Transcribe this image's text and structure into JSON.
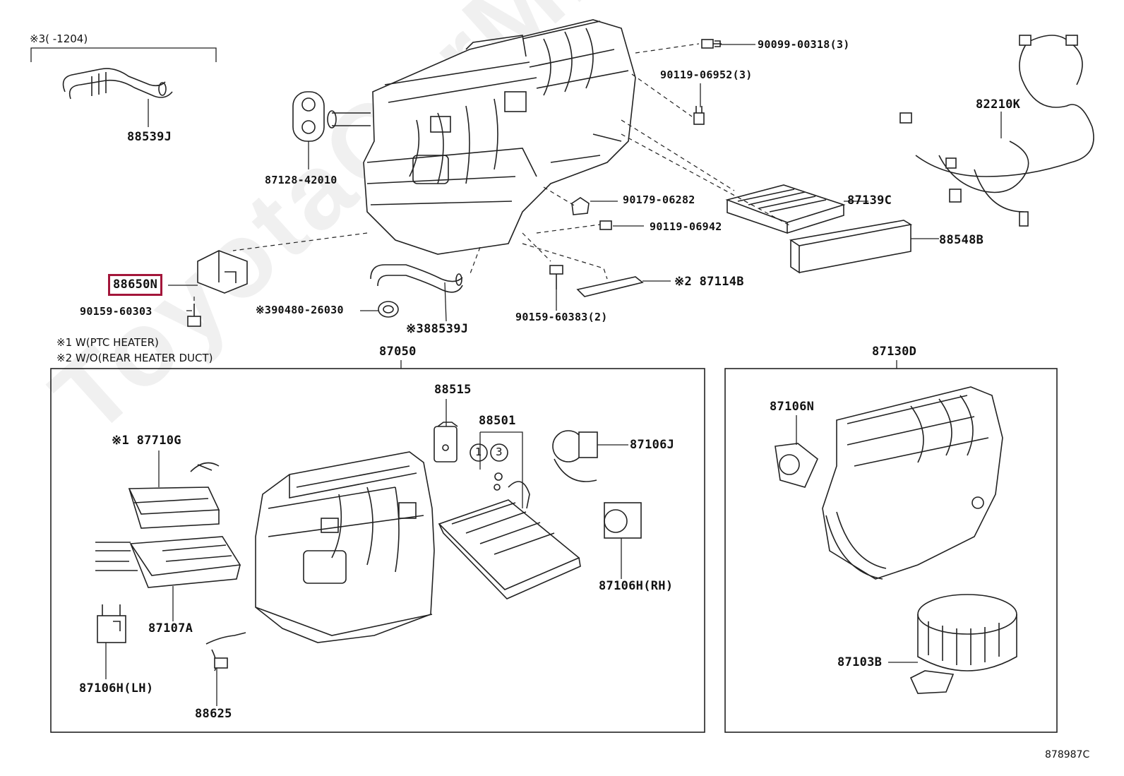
{
  "watermark": "ToyotaCarMile.ru",
  "figure_code": "878987C",
  "header_note": {
    "mark": "※3",
    "range": "(  -1204)"
  },
  "notes": [
    "※1 W(PTC HEATER)",
    "※2 W/O(REAR HEATER DUCT)"
  ],
  "circled_numbers": [
    "1",
    "3"
  ],
  "labels": {
    "p88539J_top": "88539J",
    "p87128": "87128-42010",
    "p90099": "90099-00318(3)",
    "p90119_06952": "90119-06952(3)",
    "p82210K": "82210K",
    "p90179": "90179-06282",
    "p87139C": "87139C",
    "p90119_06942": "90119-06942",
    "p88548B": "88548B",
    "p88650N": "88650N",
    "p90159_60303": "90159-60303",
    "p90480": "※390480-26030",
    "p88539J_bottom": "※388539J",
    "p90159_60383": "90159-60383(2)",
    "p87114B": "※2 87114B",
    "p87050": "87050",
    "p87130D": "87130D",
    "p88515": "88515",
    "p88501": "88501",
    "p87710G": "※1 87710G",
    "p87106J": "87106J",
    "p87107A": "87107A",
    "p87106H_RH": "87106H(RH)",
    "p87106H_LH": "87106H(LH)",
    "p88625": "88625",
    "p87106N": "87106N",
    "p87103B": "87103B"
  },
  "highlight_color": "#a3163a"
}
